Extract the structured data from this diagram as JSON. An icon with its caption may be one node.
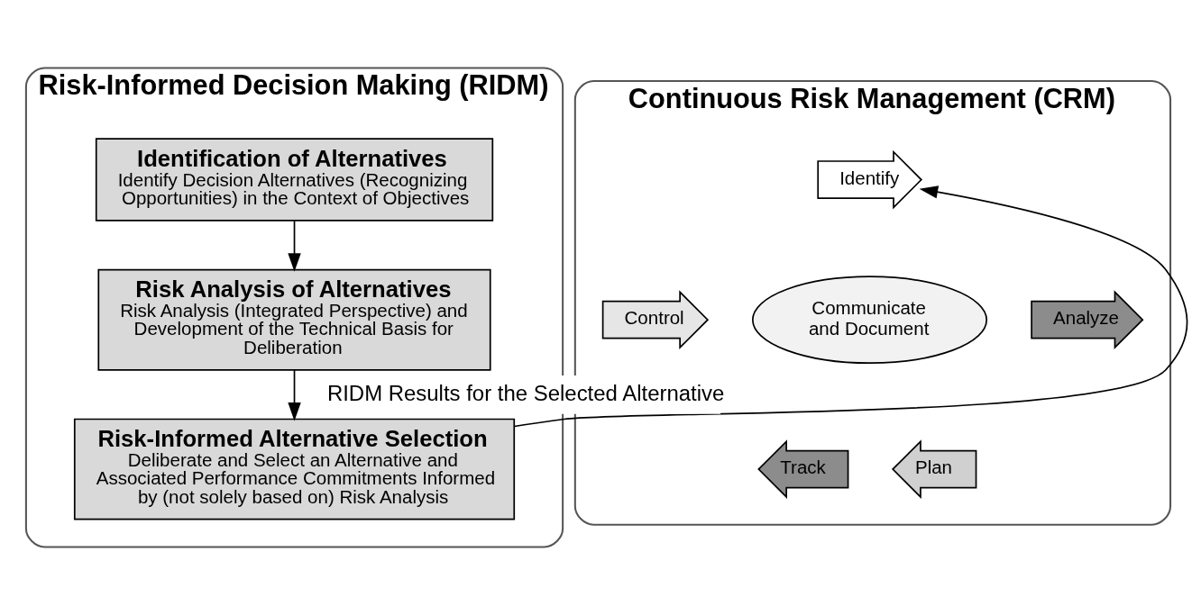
{
  "diagram": {
    "nodes": [
      {
        "text": [
          "Risk-Informed Decision Making (RIDM)"
        ]
      },
      {
        "text": [
          "Identification of Alternatives",
          "Identify Decision Alternatives (Recognizing Opportunities) in the Context of Objectives"
        ],
        "in": 0
      },
      {
        "text": [
          "Risk Analysis of Alternatives",
          "Risk Analysis (Integrated Perspective) and Development of the Technical Basis for Deliberation"
        ],
        "in": 0
      },
      {
        "text": [
          "Risk-Informed Alternative Selection",
          "Deliberate and Select an Alternative and Associated Performance Commitments Informed by (not solely based on) Risk Analysis"
        ],
        "in": 0
      },
      {
        "text": [
          "Continuous Risk Management (CRM)"
        ]
      },
      {
        "text": [
          "Identify"
        ],
        "in": 4
      },
      {
        "text": [
          "Analyze"
        ],
        "in": 4
      },
      {
        "text": [
          "Plan"
        ],
        "in": 4
      },
      {
        "text": [
          "Track"
        ],
        "in": 4
      },
      {
        "text": [
          "Control"
        ],
        "in": 4
      },
      {
        "text": [
          "Communicate and Document"
        ],
        "in": 4
      }
    ],
    "edges": [
      {
        "from": 1,
        "to": 2,
        "arrow": "to"
      },
      {
        "from": 2,
        "to": 3,
        "arrow": "to"
      },
      {
        "from": 3,
        "to": 5,
        "arrow": "to",
        "label": "RIDM Results for the Selected Alternative"
      }
    ]
  }
}
